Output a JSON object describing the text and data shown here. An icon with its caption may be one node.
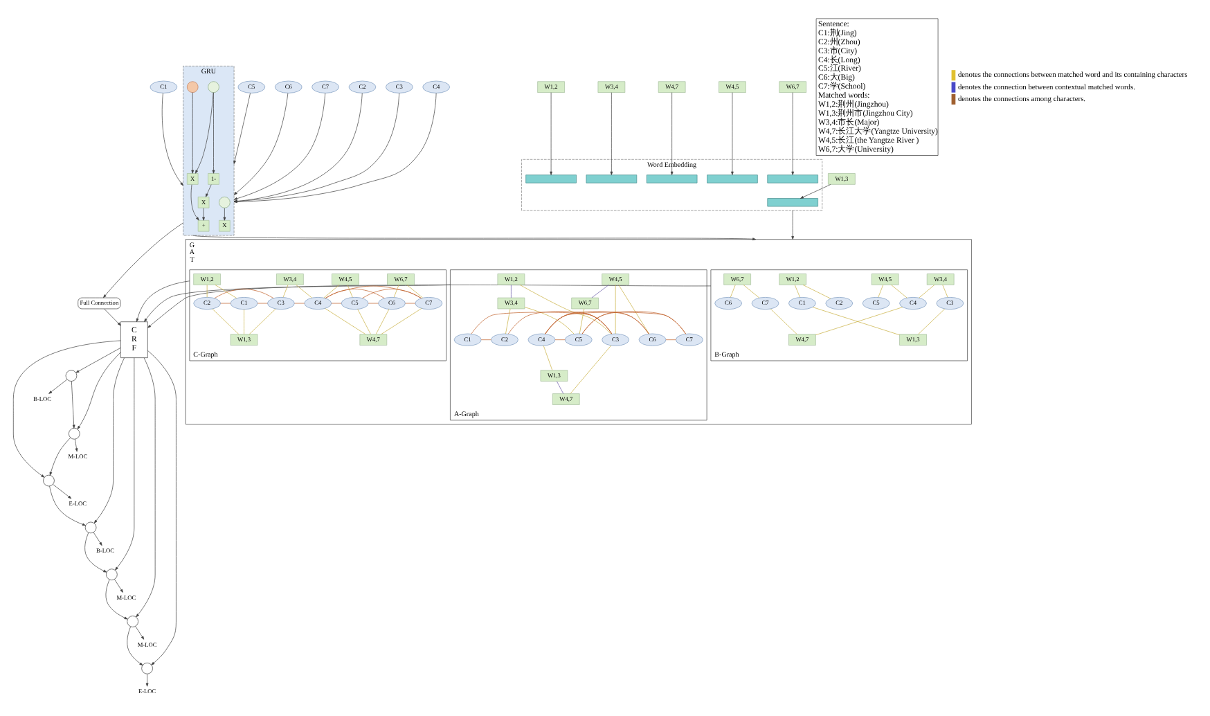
{
  "diagram": {
    "nodes": [
      {
        "text": [
          "C1"
        ]
      },
      {
        "text": [
          "C2"
        ]
      },
      {
        "text": [
          "C3"
        ]
      },
      {
        "text": [
          "C4"
        ]
      },
      {
        "text": [
          "C5"
        ]
      },
      {
        "text": [
          "C6"
        ]
      },
      {
        "text": [
          "C7"
        ]
      },
      {
        "text": [
          "GRU"
        ]
      },
      {
        "text": [],
        "shape": "circle",
        "in": 7
      },
      {
        "text": [
          "X"
        ],
        "in": 7
      },
      {
        "text": [],
        "shape": "circle",
        "in": 7
      },
      {
        "text": [
          "1-"
        ],
        "in": 7
      },
      {
        "text": [
          "X"
        ],
        "in": 7
      },
      {
        "text": [],
        "shape": "circle",
        "in": 7
      },
      {
        "text": [
          "X"
        ],
        "in": 7
      },
      {
        "text": [
          "+"
        ],
        "in": 7
      },
      {
        "text": [
          "W1,3"
        ]
      },
      {
        "text": [
          "W1,2"
        ]
      },
      {
        "text": [
          "W3,4"
        ]
      },
      {
        "text": [
          "W4,7"
        ]
      },
      {
        "text": [
          "W4,5"
        ]
      },
      {
        "text": [
          "W6,7"
        ]
      },
      {
        "text": [
          "Word Embedding"
        ]
      },
      {
        "text": [],
        "shape": "bar",
        "in": 22
      },
      {
        "text": [],
        "shape": "bar",
        "in": 22
      },
      {
        "text": [],
        "shape": "bar",
        "in": 22
      },
      {
        "text": [],
        "shape": "bar",
        "in": 22
      },
      {
        "text": [],
        "shape": "bar",
        "in": 22
      },
      {
        "text": [],
        "shape": "bar",
        "in": 22
      },
      {
        "text": [
          "Full Connection"
        ]
      },
      {
        "text": [
          "GAT"
        ]
      },
      {
        "text": [
          "B-Graph"
        ],
        "in": 30
      },
      {
        "text": [
          "W1,2"
        ],
        "in": 31
      },
      {
        "text": [
          "W3,4"
        ],
        "in": 31
      },
      {
        "text": [
          "W4,5"
        ],
        "in": 31
      },
      {
        "text": [
          "W6,7"
        ],
        "in": 31
      },
      {
        "text": [
          "C1"
        ],
        "in": 31
      },
      {
        "text": [
          "C2"
        ],
        "in": 31
      },
      {
        "text": [
          "C3"
        ],
        "in": 31
      },
      {
        "text": [
          "C4"
        ],
        "in": 31
      },
      {
        "text": [
          "C5"
        ],
        "in": 31
      },
      {
        "text": [
          "C6"
        ],
        "in": 31
      },
      {
        "text": [
          "C7"
        ],
        "in": 31
      },
      {
        "text": [
          "W1,3"
        ],
        "in": 31
      },
      {
        "text": [
          "W4,7"
        ],
        "in": 31
      },
      {
        "text": [
          "A-Graph"
        ],
        "in": 30
      },
      {
        "text": [
          "W1,2"
        ],
        "in": 45
      },
      {
        "text": [
          "W3,4"
        ],
        "in": 45
      },
      {
        "text": [
          "W4,5"
        ],
        "in": 45
      },
      {
        "text": [
          "W6,7"
        ],
        "in": 45
      },
      {
        "text": [
          "C1"
        ],
        "in": 45
      },
      {
        "text": [
          "C2"
        ],
        "in": 45
      },
      {
        "text": [
          "C3"
        ],
        "in": 45
      },
      {
        "text": [
          "C4"
        ],
        "in": 45
      },
      {
        "text": [
          "C5"
        ],
        "in": 45
      },
      {
        "text": [
          "C6"
        ],
        "in": 45
      },
      {
        "text": [
          "C7"
        ],
        "in": 45
      },
      {
        "text": [
          "W1,3"
        ],
        "in": 45
      },
      {
        "text": [
          "W4,7"
        ],
        "in": 45
      },
      {
        "text": [
          "C-Graph"
        ],
        "in": 30
      },
      {
        "text": [
          "W1,2"
        ],
        "in": 59
      },
      {
        "text": [
          "W3,4"
        ],
        "in": 59
      },
      {
        "text": [
          "W4,5"
        ],
        "in": 59
      },
      {
        "text": [
          "W6,7"
        ],
        "in": 59
      },
      {
        "text": [
          "C1"
        ],
        "in": 59
      },
      {
        "text": [
          "C2"
        ],
        "in": 59
      },
      {
        "text": [
          "C3"
        ],
        "in": 59
      },
      {
        "text": [
          "C4"
        ],
        "in": 59
      },
      {
        "text": [
          "C5"
        ],
        "in": 59
      },
      {
        "text": [
          "C6"
        ],
        "in": 59
      },
      {
        "text": [
          "C7"
        ],
        "in": 59
      },
      {
        "text": [
          "W1,3"
        ],
        "in": 59
      },
      {
        "text": [
          "W4,7"
        ],
        "in": 59
      },
      {
        "text": [
          "CRF"
        ]
      },
      {
        "text": [],
        "shape": "circle"
      },
      {
        "text": [],
        "shape": "circle"
      },
      {
        "text": [],
        "shape": "circle"
      },
      {
        "text": [],
        "shape": "circle"
      },
      {
        "text": [],
        "shape": "circle"
      },
      {
        "text": [],
        "shape": "circle"
      },
      {
        "text": [],
        "shape": "circle"
      },
      {
        "text": [
          "B-LOC"
        ]
      },
      {
        "text": [
          "M-LOC"
        ]
      },
      {
        "text": [
          "E-LOC"
        ]
      },
      {
        "text": [
          "B-LOC"
        ]
      },
      {
        "text": [
          "M-LOC"
        ]
      },
      {
        "text": [
          "M-LOC"
        ]
      },
      {
        "text": [
          "E-LOC"
        ]
      },
      {
        "text": [
          "Sentence:",
          "C1:荆(Jing)",
          "C2:州(Zhou)",
          "C3:市(City)",
          "C4:长(Long)",
          "C5:江(River)",
          "C6:大(Big)",
          "C7:学(School)",
          "Matched words:",
          "W1,2:荆州(Jingzhou)",
          "W1,3:荆州市(Jingzhou City)",
          "W3,4:市长(Major)",
          "W4,7:长江大学(Yangtze University)",
          "W4,5:长江(the Yangtze River )",
          "W6,7:大学(University)"
        ]
      }
    ],
    "edges": [
      {
        "from": 0,
        "to": 7,
        "arrow": "to"
      },
      {
        "from": 1,
        "to": 7,
        "arrow": "to"
      },
      {
        "from": 2,
        "to": 7,
        "arrow": "to"
      },
      {
        "from": 3,
        "to": 7,
        "arrow": "to"
      },
      {
        "from": 4,
        "to": 7,
        "arrow": "to"
      },
      {
        "from": 5,
        "to": 7,
        "arrow": "to"
      },
      {
        "from": 6,
        "to": 7,
        "arrow": "to"
      },
      {
        "from": 8,
        "to": 9,
        "arrow": "to"
      },
      {
        "from": 10,
        "to": 11,
        "arrow": "to"
      },
      {
        "from": 11,
        "to": 12,
        "arrow": "to"
      },
      {
        "from": 10,
        "to": 14,
        "arrow": "to"
      },
      {
        "from": 13,
        "to": 14,
        "arrow": "to"
      },
      {
        "from": 14,
        "to": 15,
        "arrow": "to"
      },
      {
        "from": 12,
        "to": 15,
        "arrow": "to"
      },
      {
        "from": 16,
        "to": 23,
        "arrow": "to"
      },
      {
        "from": 17,
        "to": 24,
        "arrow": "to"
      },
      {
        "from": 18,
        "to": 25,
        "arrow": "to"
      },
      {
        "from": 19,
        "to": 26,
        "arrow": "to"
      },
      {
        "from": 20,
        "to": 27,
        "arrow": "to"
      },
      {
        "from": 21,
        "to": 28,
        "arrow": "to"
      },
      {
        "from": 7,
        "to": 29,
        "arrow": "to"
      },
      {
        "from": 7,
        "to": 30,
        "arrow": "to"
      },
      {
        "from": 22,
        "to": 30,
        "arrow": "to"
      },
      {
        "from": 29,
        "to": 73,
        "arrow": "to"
      },
      {
        "from": 31,
        "to": 73,
        "arrow": "to"
      },
      {
        "from": 45,
        "to": 73,
        "arrow": "to"
      },
      {
        "from": 59,
        "to": 73,
        "arrow": "to"
      },
      {
        "from": 73,
        "to": 74,
        "arrow": "to"
      },
      {
        "from": 73,
        "to": 75,
        "arrow": "to"
      },
      {
        "from": 73,
        "to": 76,
        "arrow": "to"
      },
      {
        "from": 73,
        "to": 77,
        "arrow": "to"
      },
      {
        "from": 73,
        "to": 78,
        "arrow": "to"
      },
      {
        "from": 73,
        "to": 79,
        "arrow": "to"
      },
      {
        "from": 73,
        "to": 80,
        "arrow": "to"
      },
      {
        "from": 74,
        "to": 75,
        "arrow": "to"
      },
      {
        "from": 75,
        "to": 76,
        "arrow": "to"
      },
      {
        "from": 76,
        "to": 77,
        "arrow": "to"
      },
      {
        "from": 77,
        "to": 78,
        "arrow": "to"
      },
      {
        "from": 78,
        "to": 79,
        "arrow": "to"
      },
      {
        "from": 79,
        "to": 80,
        "arrow": "to"
      },
      {
        "from": 74,
        "to": 81,
        "arrow": "to"
      },
      {
        "from": 75,
        "to": 82,
        "arrow": "to"
      },
      {
        "from": 76,
        "to": 83,
        "arrow": "to"
      },
      {
        "from": 77,
        "to": 84,
        "arrow": "to"
      },
      {
        "from": 78,
        "to": 85,
        "arrow": "to"
      },
      {
        "from": 79,
        "to": 86,
        "arrow": "to"
      },
      {
        "from": 80,
        "to": 87,
        "arrow": "to"
      },
      {
        "from": 32,
        "to": 36,
        "arrow": "none",
        "color": "#c8b040"
      },
      {
        "from": 32,
        "to": 37,
        "arrow": "none",
        "color": "#c8b040"
      },
      {
        "from": 33,
        "to": 38,
        "arrow": "none",
        "color": "#c8b040"
      },
      {
        "from": 33,
        "to": 39,
        "arrow": "none",
        "color": "#c8b040"
      },
      {
        "from": 34,
        "to": 39,
        "arrow": "none",
        "color": "#c8b040"
      },
      {
        "from": 34,
        "to": 40,
        "arrow": "none",
        "color": "#c8b040"
      },
      {
        "from": 35,
        "to": 41,
        "arrow": "none",
        "color": "#c8b040"
      },
      {
        "from": 35,
        "to": 42,
        "arrow": "none",
        "color": "#c8b040"
      },
      {
        "from": 36,
        "to": 43,
        "arrow": "none",
        "color": "#c8b040"
      },
      {
        "from": 38,
        "to": 43,
        "arrow": "none",
        "color": "#c8b040"
      },
      {
        "from": 39,
        "to": 44,
        "arrow": "none",
        "color": "#c8b040"
      },
      {
        "from": 42,
        "to": 44,
        "arrow": "none",
        "color": "#c8b040"
      },
      {
        "from": 50,
        "to": 51,
        "arrow": "none",
        "color": "#c0602a"
      },
      {
        "from": 51,
        "to": 52,
        "arrow": "none",
        "color": "#c0602a"
      },
      {
        "from": 52,
        "to": 53,
        "arrow": "none",
        "color": "#c0602a"
      },
      {
        "from": 53,
        "to": 54,
        "arrow": "none",
        "color": "#c0602a"
      },
      {
        "from": 54,
        "to": 55,
        "arrow": "none",
        "color": "#c0602a"
      },
      {
        "from": 55,
        "to": 56,
        "arrow": "none",
        "color": "#c0602a"
      },
      {
        "from": 50,
        "to": 52,
        "arrow": "none",
        "color": "#c0602a"
      },
      {
        "from": 53,
        "to": 55,
        "arrow": "none",
        "color": "#c0602a"
      },
      {
        "from": 54,
        "to": 56,
        "arrow": "none",
        "color": "#c0602a"
      },
      {
        "from": 53,
        "to": 56,
        "arrow": "none",
        "color": "#c0602a"
      },
      {
        "from": 46,
        "to": 47,
        "arrow": "none",
        "color": "#6a5aa8"
      },
      {
        "from": 48,
        "to": 49,
        "arrow": "none",
        "color": "#6a5aa8"
      },
      {
        "from": 57,
        "to": 58,
        "arrow": "none",
        "color": "#6a5aa8"
      },
      {
        "from": 46,
        "to": 52,
        "arrow": "none",
        "color": "#c8b040"
      },
      {
        "from": 47,
        "to": 51,
        "arrow": "none",
        "color": "#c8b040"
      },
      {
        "from": 47,
        "to": 54,
        "arrow": "none",
        "color": "#c8b040"
      },
      {
        "from": 48,
        "to": 52,
        "arrow": "none",
        "color": "#c8b040"
      },
      {
        "from": 48,
        "to": 55,
        "arrow": "none",
        "color": "#c8b040"
      },
      {
        "from": 49,
        "to": 54,
        "arrow": "none",
        "color": "#c8b040"
      },
      {
        "from": 53,
        "to": 57,
        "arrow": "none",
        "color": "#c8b040"
      },
      {
        "from": 52,
        "to": 58,
        "arrow": "none",
        "color": "#c8b040"
      },
      {
        "from": 60,
        "to": 64,
        "arrow": "none",
        "color": "#c8b040"
      },
      {
        "from": 60,
        "to": 65,
        "arrow": "none",
        "color": "#c8b040"
      },
      {
        "from": 61,
        "to": 66,
        "arrow": "none",
        "color": "#c8b040"
      },
      {
        "from": 61,
        "to": 67,
        "arrow": "none",
        "color": "#c8b040"
      },
      {
        "from": 62,
        "to": 67,
        "arrow": "none",
        "color": "#c8b040"
      },
      {
        "from": 62,
        "to": 68,
        "arrow": "none",
        "color": "#c8b040"
      },
      {
        "from": 63,
        "to": 69,
        "arrow": "none",
        "color": "#c8b040"
      },
      {
        "from": 63,
        "to": 70,
        "arrow": "none",
        "color": "#c8b040"
      },
      {
        "from": 64,
        "to": 71,
        "arrow": "none",
        "color": "#c8b040"
      },
      {
        "from": 65,
        "to": 71,
        "arrow": "none",
        "color": "#c8b040"
      },
      {
        "from": 66,
        "to": 71,
        "arrow": "none",
        "color": "#c8b040"
      },
      {
        "from": 67,
        "to": 72,
        "arrow": "none",
        "color": "#c8b040"
      },
      {
        "from": 68,
        "to": 72,
        "arrow": "none",
        "color": "#c8b040"
      },
      {
        "from": 69,
        "to": 72,
        "arrow": "none",
        "color": "#c8b040"
      },
      {
        "from": 70,
        "to": 72,
        "arrow": "none",
        "color": "#c8b040"
      },
      {
        "from": 64,
        "to": 65,
        "arrow": "none",
        "color": "#c0602a"
      },
      {
        "from": 65,
        "to": 66,
        "arrow": "none",
        "color": "#c0602a"
      },
      {
        "from": 66,
        "to": 67,
        "arrow": "none",
        "color": "#c0602a"
      },
      {
        "from": 67,
        "to": 68,
        "arrow": "none",
        "color": "#c0602a"
      },
      {
        "from": 68,
        "to": 69,
        "arrow": "none",
        "color": "#c0602a"
      },
      {
        "from": 69,
        "to": 70,
        "arrow": "none",
        "color": "#c0602a"
      },
      {
        "from": 64,
        "to": 66,
        "arrow": "none",
        "color": "#c0602a"
      },
      {
        "from": 67,
        "to": 69,
        "arrow": "none",
        "color": "#c0602a"
      },
      {
        "from": 68,
        "to": 70,
        "arrow": "none",
        "color": "#c0602a"
      },
      {
        "from": 67,
        "to": 70,
        "arrow": "none",
        "color": "#c0602a"
      }
    ],
    "legend": [
      {
        "text": "denotes the connections between matched word and its containing characters",
        "color": "#e0c030"
      },
      {
        "text": "denotes the connection between contextual matched words.",
        "color": "#4a4ac8"
      },
      {
        "text": "denotes the connections among characters.",
        "color": "#a06030"
      }
    ]
  }
}
